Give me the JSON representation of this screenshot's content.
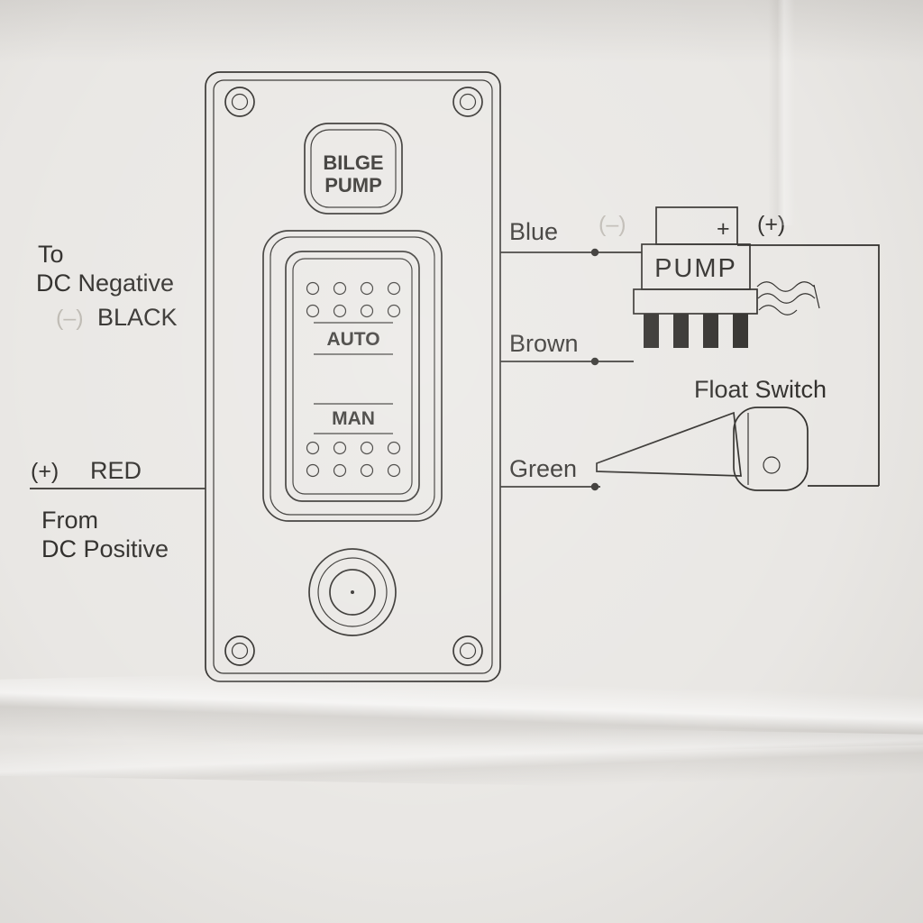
{
  "colors": {
    "paper": "#e9e7e4",
    "ink": "#2e2c29",
    "faint": "#bdb9b2"
  },
  "panel": {
    "plate_line1": "BILGE",
    "plate_line2": "PUMP",
    "auto_label": "AUTO",
    "man_label": "MAN"
  },
  "left_labels": {
    "to": "To",
    "dc_negative": "DC Negative",
    "negative_sign": "(–)",
    "black_wire": "BLACK",
    "positive_sign": "(+)",
    "red_wire": "RED",
    "from": "From",
    "dc_positive": "DC Positive"
  },
  "wire_labels": {
    "blue": "Blue",
    "brown": "Brown",
    "green": "Green"
  },
  "pump": {
    "name": "PUMP",
    "negative_terminal": "(–)",
    "plus_terminal": "+",
    "positive_sign": "(+)"
  },
  "float_switch": {
    "label": "Float Switch"
  }
}
